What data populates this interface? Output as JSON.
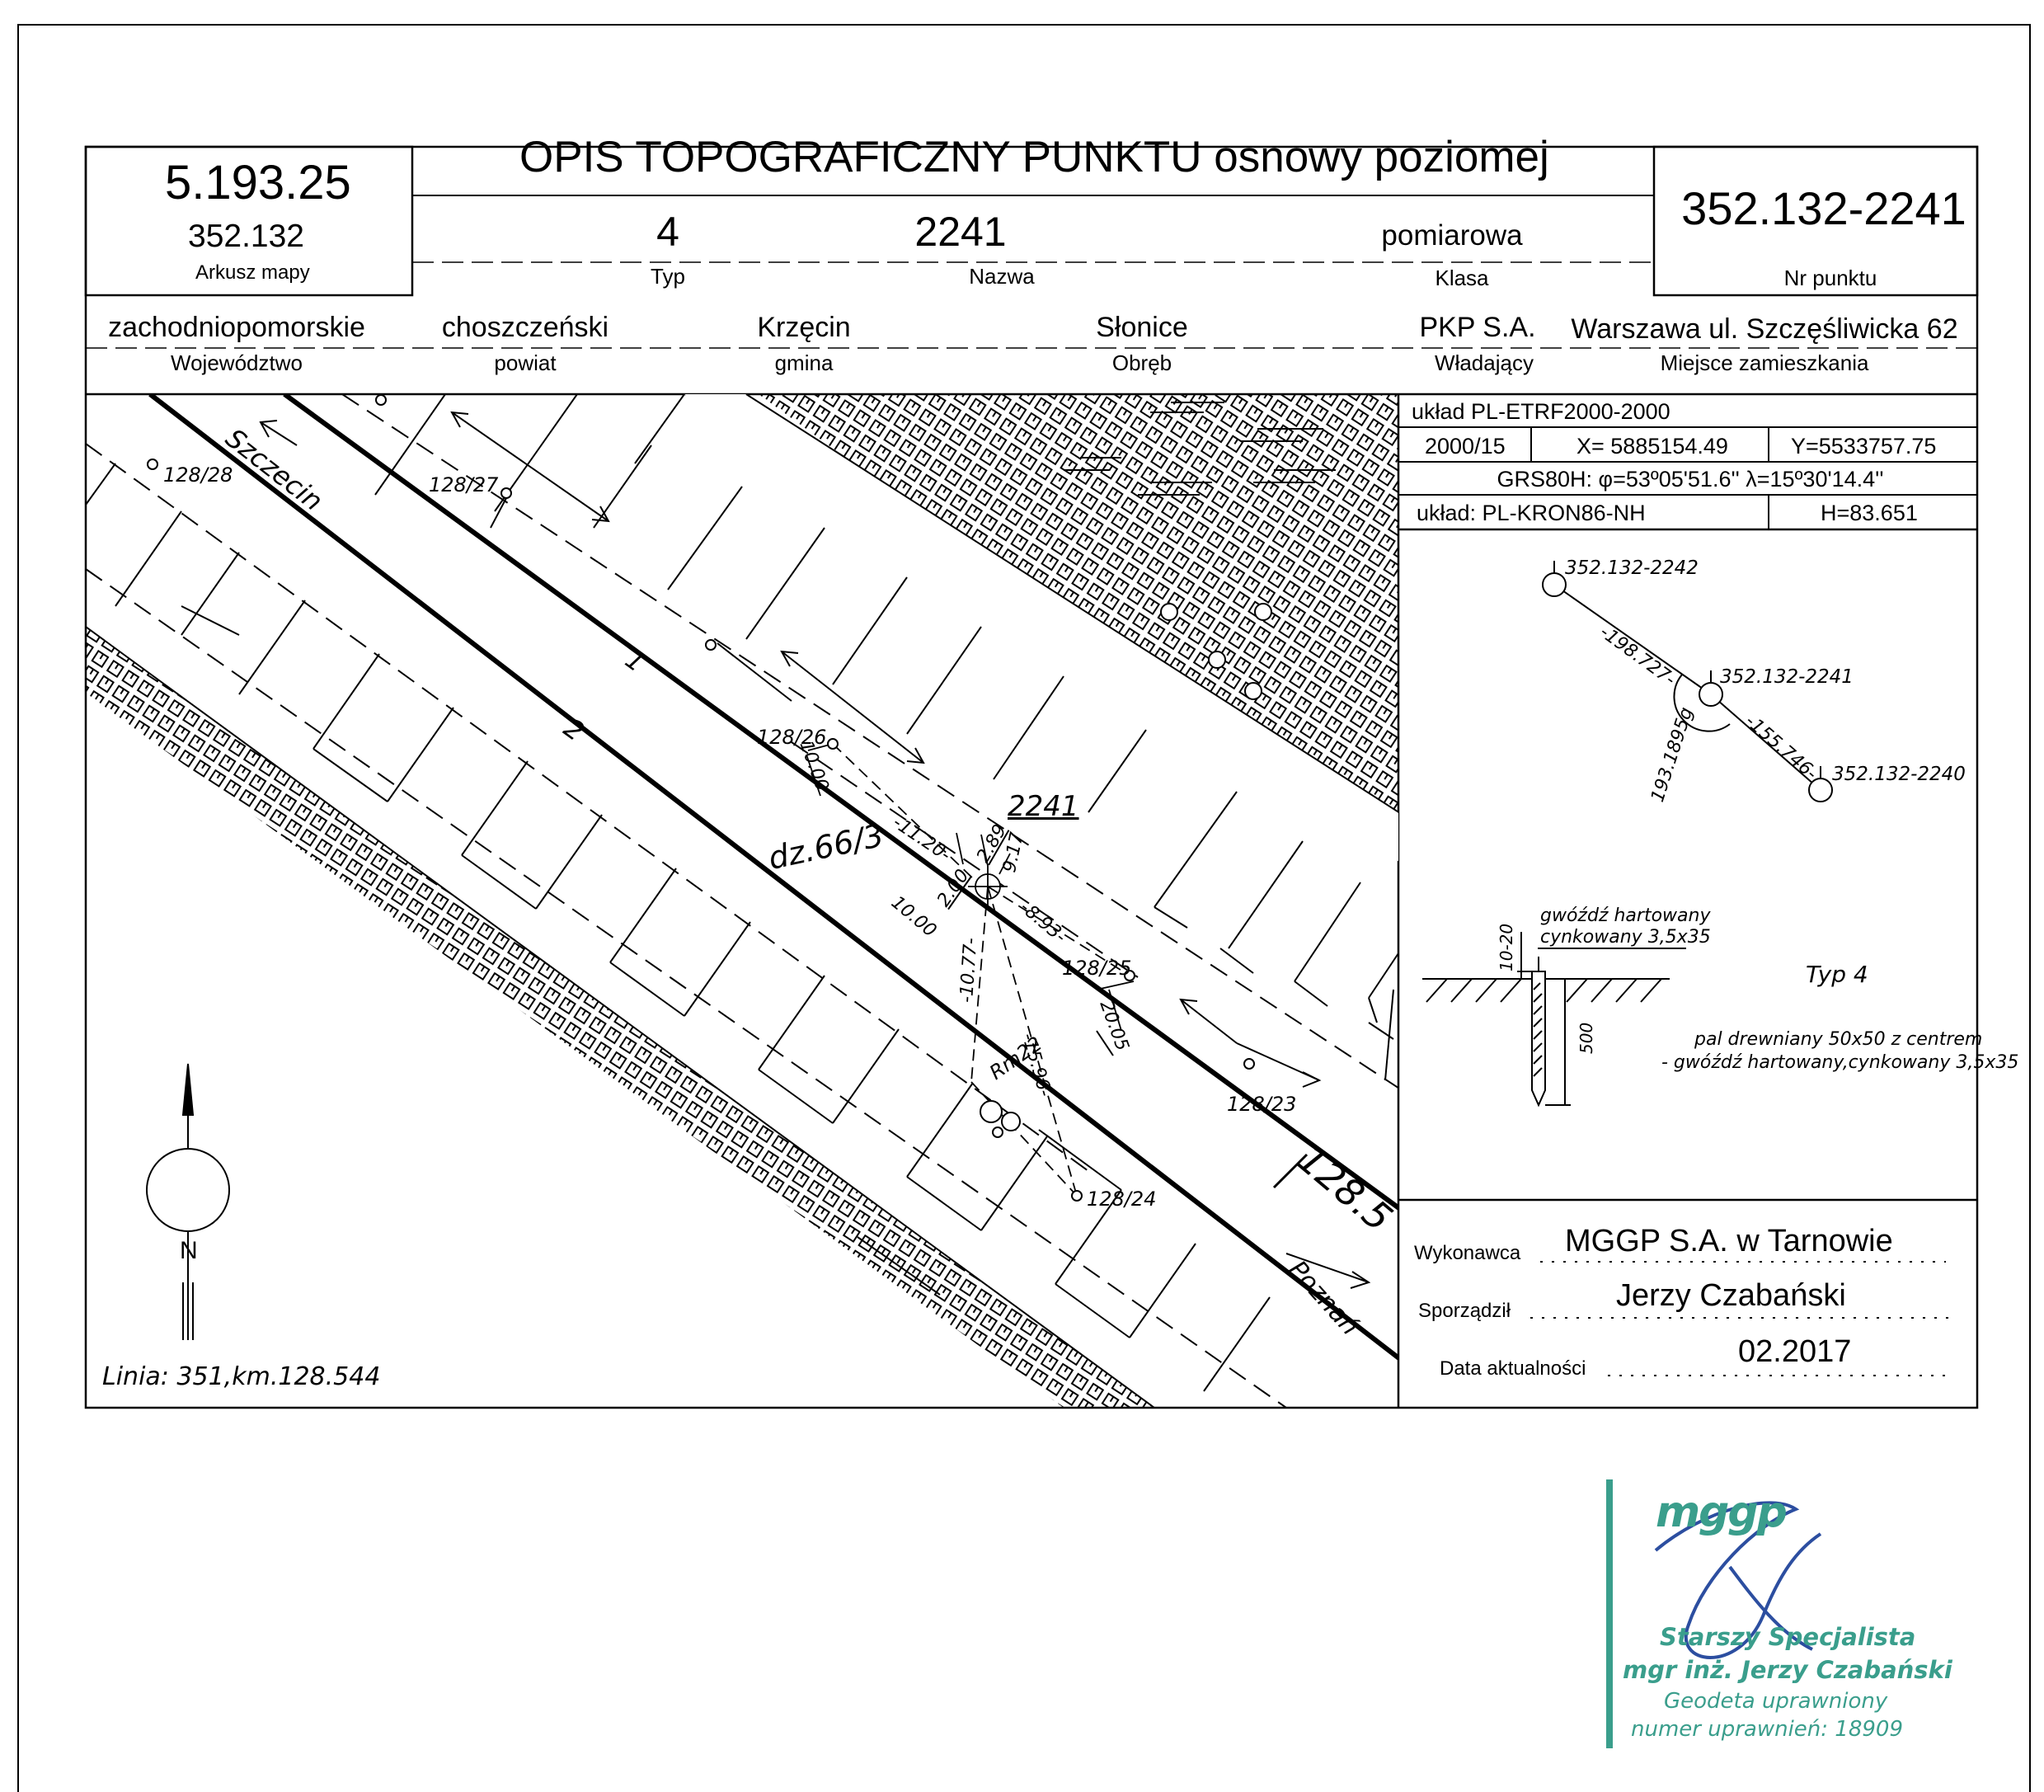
{
  "header": {
    "title": "OPIS TOPOGRAFICZNY PUNKTU osnowy poziomej",
    "sheet_main": "5.193.25",
    "sheet_sub": "352.132",
    "sheet_label": "Arkusz mapy",
    "type_value": "4",
    "type_label": "Typ",
    "name_value": "2241",
    "name_label": "Nazwa",
    "class_value": "pomiarowa",
    "class_label": "Klasa",
    "point_number": "352.132-2241",
    "point_number_label": "Nr punktu"
  },
  "admin": {
    "voivodeship": "zachodniopomorskie",
    "voivodeship_label": "Województwo",
    "county": "choszczeński",
    "county_label": "powiat",
    "commune": "Krzęcin",
    "commune_label": "gmina",
    "precinct": "Słonice",
    "precinct_label": "Obręb",
    "owner": "PKP S.A.",
    "owner_label": "Władający",
    "residence": "Warszawa ul. Szczęśliwicka 62",
    "residence_label": "Miejsce zamieszkania"
  },
  "coords": {
    "system": "układ PL-ETRF2000-2000",
    "zone": "2000/15",
    "x": "X= 5885154.49",
    "y": "Y=5533757.75",
    "grs": "GRS80H: φ=53º05'51.6'' λ=15º30'14.4''",
    "height_system": "układ: PL-KRON86-NH",
    "height": "H=83.651"
  },
  "network": {
    "p1": "352.132-2242",
    "p2": "352.132-2241",
    "p3": "352.132-2240",
    "d1": "-198.727-",
    "d2": "-155.746-",
    "angle": "193.1895g"
  },
  "marker": {
    "nail_line1": "gwóźdź hartowany",
    "nail_line2": "cynkowany 3,5x35",
    "depth_top": "10-20",
    "depth": "500",
    "type_text": "Typ 4",
    "desc_line1": "pal drewniany 50x50 z centrem",
    "desc_line2": "- gwóźdź hartowany,cynkowany 3,5x35"
  },
  "footer": {
    "contractor_label": "Wykonawca",
    "contractor": "MGGP S.A.  w Tarnowie",
    "author_label": "Sporządził",
    "author": "Jerzy Czabański",
    "date_label": "Data aktualności",
    "date": "02.2017"
  },
  "map": {
    "line_info": "Linia: 351,km.128.544",
    "city_north": "Szczecin",
    "city_south": "Poznań",
    "km_marker": "128.5",
    "parcel": "dz.66/3",
    "point_label": "2241",
    "track1": "1",
    "track2": "2",
    "north_n": "N",
    "marks": {
      "m28": "128/28",
      "m27": "128/27",
      "m26": "128/26",
      "m25": "128/25",
      "m24": "128/24",
      "m23": "128/23",
      "rm22": "Rm22"
    },
    "dims": {
      "d1120": "-11.20-",
      "d289": "2.89",
      "d917": "9.17",
      "d200": "2.00",
      "d1000a": "10.00",
      "d1000b": "10.00",
      "d893": "-8.93-",
      "d1077": "-10.77-",
      "d1596": "-15.96-",
      "d2005": "20.05"
    }
  },
  "stamp": {
    "logo": "mggp",
    "line1": "Starszy Specjalista",
    "line2": "mgr inż. Jerzy Czabański",
    "line3": "Geodeta uprawniony",
    "line4": "numer uprawnień: 18909"
  }
}
